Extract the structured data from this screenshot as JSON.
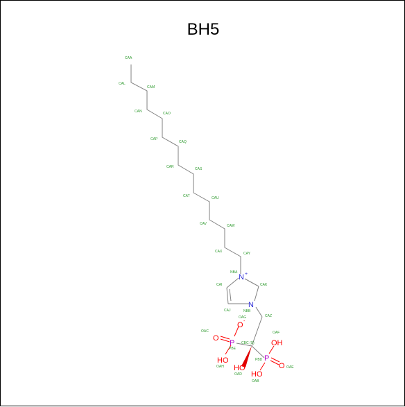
{
  "title": "BH5",
  "colors": {
    "bond": "#808080",
    "label_green": "#2e9a2e",
    "nitrogen": "#2b2bd6",
    "oxygen": "#ff0000",
    "phosphorus": "#b000c8"
  },
  "atom_labels": [
    "CAA",
    "CAL",
    "CAM",
    "CAN",
    "CAO",
    "CAP",
    "CAQ",
    "CAR",
    "CAS",
    "CAT",
    "CAU",
    "CAV",
    "CAW",
    "CAX",
    "CAY",
    "NBA",
    "CAI",
    "CAK",
    "CAJ",
    "NBB",
    "CAZ",
    "OAG",
    "OAF",
    "OAC",
    "CBC (S)",
    "PBD",
    "PBE",
    "OAH",
    "OAD",
    "OAE",
    "OAB"
  ],
  "elements": {
    "n1": "N",
    "n1_charge": "+",
    "n2": "N",
    "p1": "P",
    "p2": "P",
    "o_minus": "O",
    "o_minus_charge": "-",
    "o_left": "O",
    "o_oh_left": "HO",
    "o_oh_right_top": "OH",
    "o_right": "O",
    "o_oh_right_bottom": "HO",
    "o_oh_center": "HO"
  }
}
